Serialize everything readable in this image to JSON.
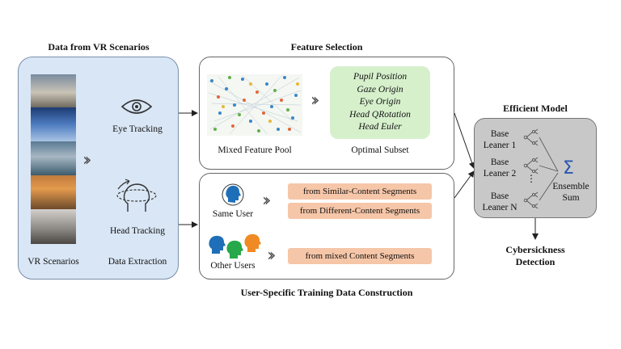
{
  "vr_panel": {
    "title": "Data from VR Scenarios",
    "vr_label": "VR Scenarios",
    "eye_label": "Eye Tracking",
    "head_label": "Head Tracking",
    "extraction_label": "Data Extraction"
  },
  "feature_selection": {
    "title": "Feature Selection",
    "pool_label": "Mixed Feature Pool",
    "subset_label": "Optimal Subset",
    "subset_items": [
      "Pupil Position",
      "Gaze Origin",
      "Eye Origin",
      "Head QRotation",
      "Head Euler"
    ]
  },
  "training_data": {
    "title": "User-Specific Training Data Construction",
    "same_user_label": "Same User",
    "other_users_label": "Other Users",
    "similar_segments": "from Similar-Content Segments",
    "different_segments": "from Different-Content Segments",
    "mixed_segments": "from mixed Content Segments"
  },
  "model": {
    "title": "Efficient Model",
    "learner1": [
      "Base",
      "Leaner 1"
    ],
    "learner2": [
      "Base",
      "Leaner 2"
    ],
    "learnerN": [
      "Base",
      "Leaner N"
    ],
    "sum_symbol": "Σ",
    "ensemble": [
      "Ensemble",
      "Sum"
    ],
    "ellipsis": "⋮"
  },
  "output": {
    "label": [
      "Cybersickness",
      "Detection"
    ]
  },
  "colors": {
    "vr_panel_bg": "#d9e6f5",
    "subset_bg": "#d6f0cc",
    "pill_bg": "#f6c6a8",
    "model_bg": "#c8c8c8",
    "blue_head": "#1f6fb8",
    "green_head": "#27a84a",
    "orange_head": "#f08a24"
  }
}
